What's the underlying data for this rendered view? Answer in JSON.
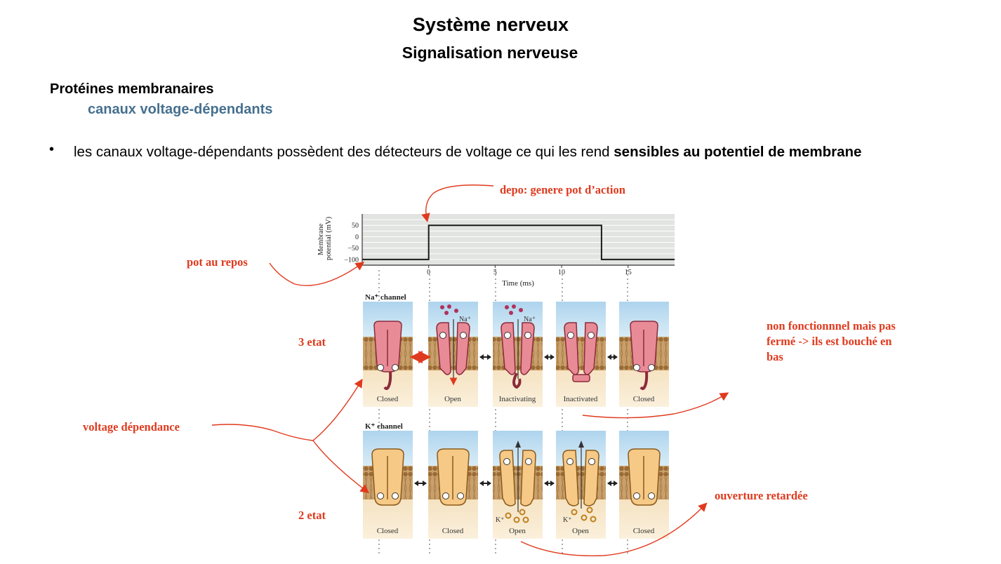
{
  "slide": {
    "title": "Système nerveux",
    "subtitle": "Signalisation nerveuse",
    "section": "Protéines membranaires",
    "subsection": "canaux voltage-dépendants",
    "bullet_symbol": "•",
    "bullet_text_regular": "les canaux voltage-dépendants possèdent des détecteurs de voltage ce qui les rend ",
    "bullet_text_bold": "sensibles au potentiel de membrane"
  },
  "colors": {
    "subsection": "#46708f",
    "annotation": "#e03a1e",
    "plot_bg": "#e1e4e0",
    "na_channel": "#e98b97",
    "k_channel": "#f6c986",
    "membrane": "#b98a4c",
    "extracellular": "#c3e0f2",
    "intracellular": "#f7e6c6"
  },
  "figure": {
    "chart_data": {
      "type": "line",
      "ylabel": "Membrane potential (mV)",
      "xlabel": "Time (ms)",
      "y_ticks": [
        "50",
        "0",
        "−50",
        "−100"
      ],
      "x_ticks": [
        "0",
        "5",
        "10",
        "15"
      ],
      "xlim": [
        -5,
        18.5
      ],
      "ylim": [
        -125,
        100
      ],
      "grid": true,
      "series": [
        {
          "x": [
            -5,
            0,
            0,
            13,
            13,
            18.5
          ],
          "y": [
            -100,
            -100,
            50,
            50,
            -100,
            -100
          ]
        }
      ]
    },
    "na_row_label": "Na⁺ channel",
    "k_row_label": "K⁺ channel",
    "ion_labels": {
      "na": "Na⁺",
      "k": "K⁺"
    },
    "na_states": [
      "Closed",
      "Open",
      "Inactivating",
      "Inactivated",
      "Closed"
    ],
    "k_states": [
      "Closed",
      "Closed",
      "Open",
      "Open",
      "Closed"
    ]
  },
  "annotations": {
    "depo": "depo: genere pot d’action",
    "repos": "pot au repos",
    "na_states": "3 etat",
    "k_states": "2 etat",
    "voltage": "voltage dépendance",
    "inactivated": [
      "non fonctionnnel mais pas",
      "fermé -> ils est bouché en",
      "bas"
    ],
    "delayed": "ouverture retardée"
  }
}
